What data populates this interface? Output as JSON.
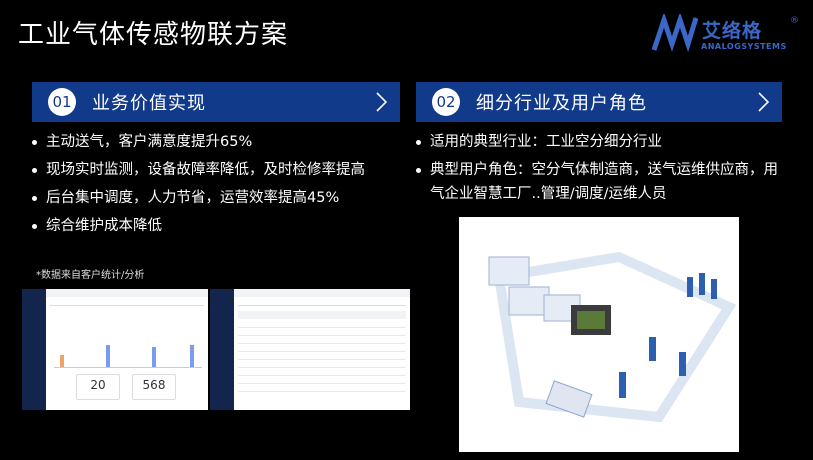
{
  "title": "工业气体传感物联方案",
  "logo": {
    "brand": "艾络格",
    "reg": "®",
    "sub": "ANALOGSYSTEMS"
  },
  "sections": [
    {
      "num": "01",
      "label": "业务价值实现",
      "points": [
        "主动送气，客户满意度提升65%",
        "现场实时监测，设备故障率降低，及时检修率提高",
        "后台集中调度，人力节省，运营效率提高45%",
        "综合维护成本降低"
      ]
    },
    {
      "num": "02",
      "label": "细分行业及用户角色",
      "points": [
        "适用的典型行业：工业空分细分行业",
        "典型用户角色：空分气体制造商，送气运维供应商，用气企业智慧工厂..管理/调度/运维人员"
      ]
    }
  ],
  "note": "*数据来自客户统计/分析",
  "dashboard": {
    "stat1": "20",
    "stat2": "568"
  },
  "colors": {
    "bar": "#123a8a",
    "accent": "#3a67c8",
    "chart_orange": "#f0a46a",
    "chart_blue": "#7a9cf0"
  }
}
